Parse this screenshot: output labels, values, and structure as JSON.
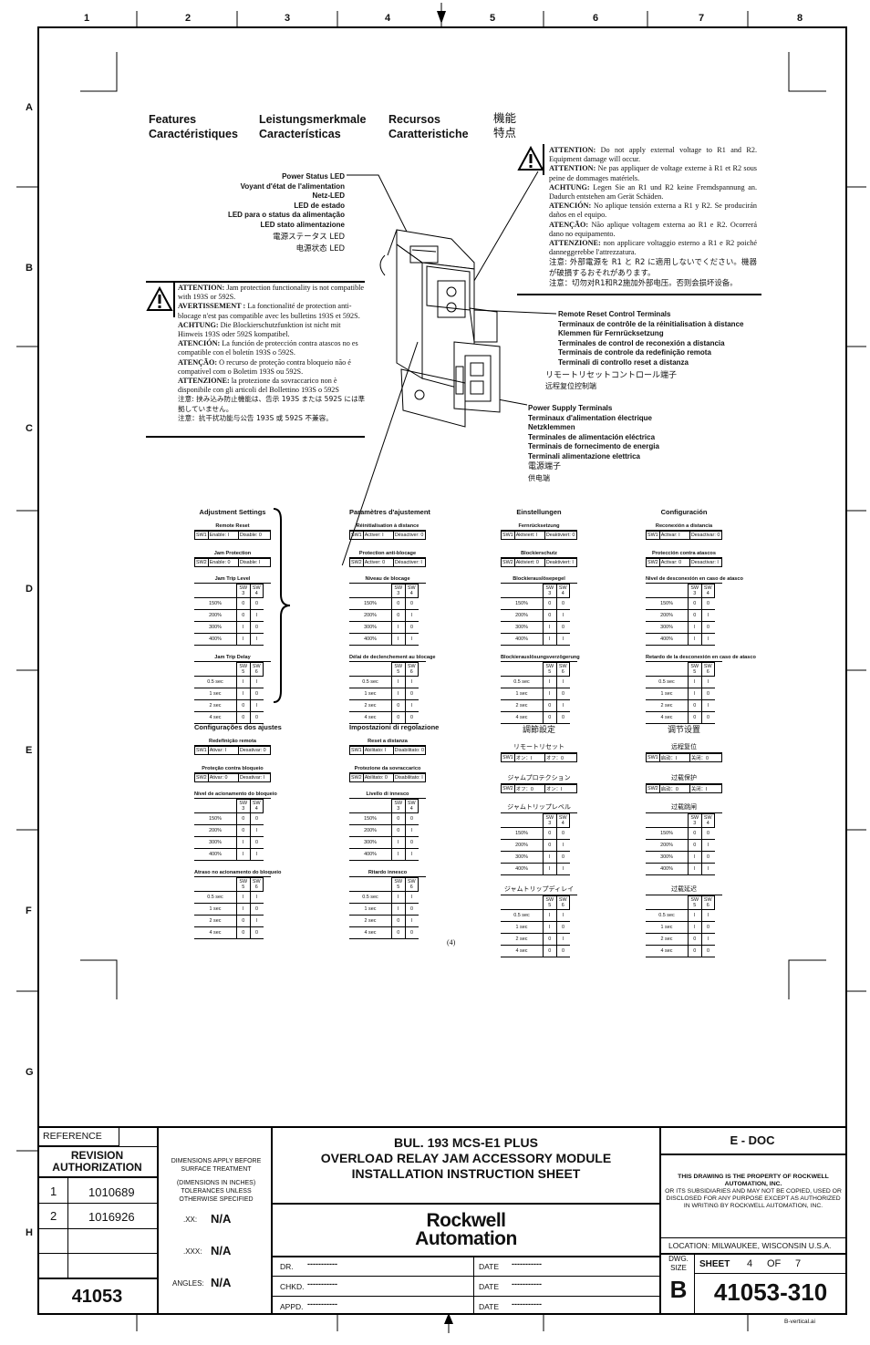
{
  "columns": [
    "1",
    "2",
    "3",
    "4",
    "5",
    "6",
    "7",
    "8"
  ],
  "rows": [
    "A",
    "B",
    "C",
    "D",
    "E",
    "F",
    "G",
    "H"
  ],
  "features": {
    "h1a": "Features",
    "h1b": "Caractéristiques",
    "h2a": "Leistungsmerkmale",
    "h2b": "Características",
    "h3a": "Recursos",
    "h3b": "Caratteristiche",
    "h4a": "機能",
    "h4b": "特点"
  },
  "power_led": [
    "Power Status LED",
    "Voyant d'état de l'alimentation",
    "Netz-LED",
    "LED de estado",
    "LED para o status da alimentação",
    "LED stato alimentazione",
    "電源ステータス LED",
    "电源状态 LED"
  ],
  "reset_terminals": [
    "Remote Reset Control Terminals",
    "Terminaux de contrôle de la réinitialisation à distance",
    "Klemmen für Fernrücksetzung",
    "Terminales de control de reconexión a distancia",
    "Terminais de controle da redefinição remota",
    "Terminali di controllo reset a distanza",
    "リモートリセットコントロール端子",
    "远程复位控制端"
  ],
  "power_terminals": [
    "Power Supply Terminals",
    "Terminaux d'alimentation électrique",
    "Netzklemmen",
    "Terminales de alimentación eléctrica",
    "Terminais de fornecimento de energia",
    "Terminali alimentazione elettrica",
    "電源端子",
    "供电端"
  ],
  "warn_right": [
    {
      "b": "ATTENTION:",
      "t": " Do not apply external voltage to R1 and R2. Equipment damage will occur."
    },
    {
      "b": "ATTENTION:",
      "t": " Ne pas appliquer de voltage externe à R1 et R2 sous peine de dommages matériels."
    },
    {
      "b": "ACHTUNG:",
      "t": " Legen Sie an R1 und R2 keine Fremdspannung an. Dadurch entstehen am Gerät Schäden."
    },
    {
      "b": "ATENCIÓN:",
      "t": " No aplique tensión externa a R1 y R2. Se producirán daños en el equipo."
    },
    {
      "b": "ATENÇÃO:",
      "t": " Não aplique voltagem externa ao R1 e R2. Ocorrerá dano no equipamento."
    },
    {
      "b": "ATTENZIONE:",
      "t": " non applicare voltaggio esterno a R1 e R2 poiché danneggerebbe l'attrezzatura."
    },
    {
      "b": "",
      "t": "注意: 外部電源を R1 と R2 に適用しないでください。機器が破損するおそれがあります。"
    },
    {
      "b": "",
      "t": "注意：切勿对R1和R2施加外部电压。否则会损坏设备。"
    }
  ],
  "warn_left": [
    {
      "b": "ATTENTION:",
      "t": " Jam protection functionality is not compatible with 193S or 592S."
    },
    {
      "b": "AVERTISSEMENT :",
      "t": " La fonctionalité de protection anti-blocage n'est pas compatible avec les bulletins 193S et 592S."
    },
    {
      "b": "ACHTUNG:",
      "t": " Die Blockierschutzfunktion ist nicht mit Hinweis 193S oder 592S kompatibel."
    },
    {
      "b": "ATENCIÓN:",
      "t": " La función de protección contra atascos no es compatible con el boletín 193S o 592S."
    },
    {
      "b": "ATENÇÃO:",
      "t": " O recurso de proteção contra bloqueio não é compatível com o Boletim 193S ou 592S."
    },
    {
      "b": "ATTENZIONE:",
      "t": " la protezione da sovraccarico non è disponibile con gli articoli del Bollettino 193S o 592S"
    },
    {
      "b": "",
      "t": "注意: 挟み込み防止機能は、告示 193S または 592S には準拠していません。"
    },
    {
      "b": "",
      "t": "注意：抗干扰功能与公告 193S 或 592S 不兼容。"
    }
  ],
  "tables": [
    {
      "title": "Adjustment Settings",
      "jp": false,
      "t1": "Remote Reset",
      "r1": [
        "SW1",
        "Enable: I",
        "Disable: 0"
      ],
      "t2": "Jam Protection",
      "r2": [
        "SW2",
        "Enable: 0",
        "Disable: I"
      ],
      "t3": "Jam Trip Level",
      "t4": "Jam Trip Delay"
    },
    {
      "title": "Paramètres d'ajustement",
      "jp": false,
      "t1": "Réinitialisation à distance",
      "r1": [
        "SW1",
        "Activer: I",
        "Désactiver: 0"
      ],
      "t2": "Protection anti-blocage",
      "r2": [
        "SW2",
        "Activer: 0",
        "Désactiver: I"
      ],
      "t3": "Niveau de blocage",
      "t4": "Délai de declenchement au blocage"
    },
    {
      "title": "Einstellungen",
      "jp": false,
      "t1": "Fernrücksetzung",
      "r1": [
        "SW1",
        "Aktiviert: I",
        "Deaktiviert: 0"
      ],
      "t2": "Blockierschutz",
      "r2": [
        "SW2",
        "Aktiviert: 0",
        "Deaktiviert: I"
      ],
      "t3": "Blockierauslösepegel",
      "t4": "Blockierauslösungsverzögerung"
    },
    {
      "title": "Configuración",
      "jp": false,
      "t1": "Reconexión a distancia",
      "r1": [
        "SW1",
        "Activar: I",
        "Desactivar: 0"
      ],
      "t2": "Protección contra atascos",
      "r2": [
        "SW2",
        "Activar: 0",
        "Desactivar: I"
      ],
      "t3": "Nivel de desconexión en caso de atasco",
      "t4": "Retardo de la desconexión en caso de atasco"
    },
    {
      "title": "Configurações dos ajustes",
      "jp": false,
      "t1": "Redefinição remota",
      "r1": [
        "SW1",
        "Ativar: I",
        "Desativar: 0"
      ],
      "t2": "Proteção contra bloqueio",
      "r2": [
        "SW2",
        "Ativar: 0",
        "Desativar: I"
      ],
      "t3": "Nível de acionamento do bloqueio",
      "t4": "Atraso no acionamento do bloqueio"
    },
    {
      "title": "Impostazioni di regolazione",
      "jp": false,
      "t1": "Reset a distanza",
      "r1": [
        "SW1",
        "Abilitato: I",
        "Disabilitato: 0"
      ],
      "t2": "Protezione da sovraccarico",
      "r2": [
        "SW2",
        "Abilitato: 0",
        "Disabilitato: I"
      ],
      "t3": "Livello di innesco",
      "t4": "Ritardo innesco"
    },
    {
      "title": "調節設定",
      "jp": true,
      "t1": "リモートリセット",
      "r1": [
        "SW1",
        "オン：I",
        "オフ：0"
      ],
      "t2": "ジャムプロテクション",
      "r2": [
        "SW2",
        "オフ：0",
        "オン：I"
      ],
      "t3": "ジャムトリップレベル",
      "t4": "ジャムトリップディレイ"
    },
    {
      "title": "调节设置",
      "jp": true,
      "t1": "远程复位",
      "r1": [
        "SW1",
        "启动：I",
        "关闭：0"
      ],
      "t2": "过载保护",
      "r2": [
        "SW2",
        "启动：0",
        "关闭：I"
      ],
      "t3": "过载跳闸",
      "t4": "过载延迟"
    }
  ],
  "level_rows": [
    [
      "150%",
      "0",
      "0"
    ],
    [
      "200%",
      "0",
      "I"
    ],
    [
      "300%",
      "I",
      "0"
    ],
    [
      "400%",
      "I",
      "I"
    ]
  ],
  "delay_rows": [
    [
      "0.5 sec",
      "I",
      "I"
    ],
    [
      "1 sec",
      "I",
      "0"
    ],
    [
      "2 sec",
      "0",
      "I"
    ],
    [
      "4 sec",
      "0",
      "0"
    ]
  ],
  "sw34": [
    "SW 3",
    "SW 4"
  ],
  "sw56": [
    "SW 5",
    "SW 6"
  ],
  "page_number": "(4)",
  "title_block": {
    "reference": "REFERENCE",
    "revision": "REVISION\nAUTHORIZATION",
    "rev1_num": "1",
    "rev1": "1010689",
    "rev2_num": "2",
    "rev2": "1016926",
    "doc_num": "41053",
    "dims1": "DIMENSIONS APPLY BEFORE SURFACE TREATMENT",
    "dims2": "(DIMENSIONS IN INCHES) TOLERANCES UNLESS OTHERWISE SPECIFIED",
    "xx": ".XX:",
    "xx_v": "N/A",
    "xxx": ".XXX:",
    "xxx_v": "N/A",
    "angles": "ANGLES:",
    "angles_v": "N/A",
    "title1": "BUL. 193 MCS-E1 PLUS",
    "title2": "OVERLOAD RELAY JAM ACCESSORY MODULE",
    "title3": "INSTALLATION INSTRUCTION SHEET",
    "logo1": "Rockwell",
    "logo2": "Automation",
    "dr": "DR.",
    "chkd": "CHKD.",
    "appd": "APPD.",
    "dashes": "-----------",
    "date": "DATE",
    "edoc": "E - DOC",
    "prop1": "THIS DRAWING IS THE PROPERTY OF ROCKWELL AUTOMATION, INC.",
    "prop2": "OR ITS SUBSIDIARIES AND MAY NOT BE COPIED, USED OR DISCLOSED FOR ANY PURPOSE EXCEPT AS AUTHORIZED IN WRITING BY ROCKWELL AUTOMATION, INC.",
    "location": "LOCATION:  MILWAUKEE,  WISCONSIN  U.S.A.",
    "dwg_size": "DWG.\nSIZE",
    "size_v": "B",
    "sheet": "SHEET",
    "sheet_n": "4",
    "of": "OF",
    "sheet_t": "7",
    "dwg_no": "41053-310",
    "file": "B-vertical.ai"
  }
}
